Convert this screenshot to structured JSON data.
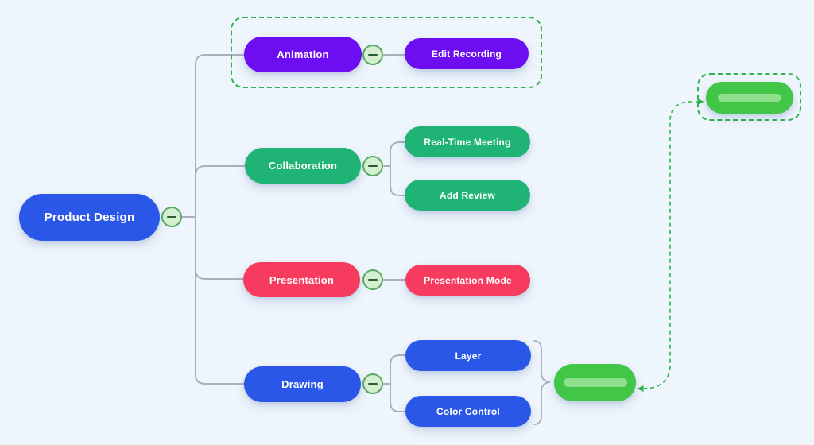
{
  "diagram": {
    "root": {
      "label": "Product Design"
    },
    "branches": [
      {
        "label": "Animation"
      },
      {
        "label": "Collaboration"
      },
      {
        "label": "Presentation"
      },
      {
        "label": "Drawing"
      }
    ],
    "leaves": {
      "edit_recording": "Edit Recording",
      "real_time_meeting": "Real-Time Meeting",
      "add_review": "Add Review",
      "presentation_mode": "Presentation Mode",
      "layer": "Layer",
      "color_control": "Color Control"
    },
    "colors": {
      "background": "#eff5fc",
      "blue": "#2b57e9",
      "purple": "#6d0df2",
      "green": "#1fb476",
      "red": "#f63b5e",
      "summary_green": "#41c647",
      "summary_bar": "#8fe08d",
      "relation_green": "#2eb44d",
      "connector_gray": "#a9b0ba",
      "collapse_fill": "#d4eed2",
      "collapse_border": "#57aa61",
      "collapse_minus": "#2a5c35"
    }
  }
}
